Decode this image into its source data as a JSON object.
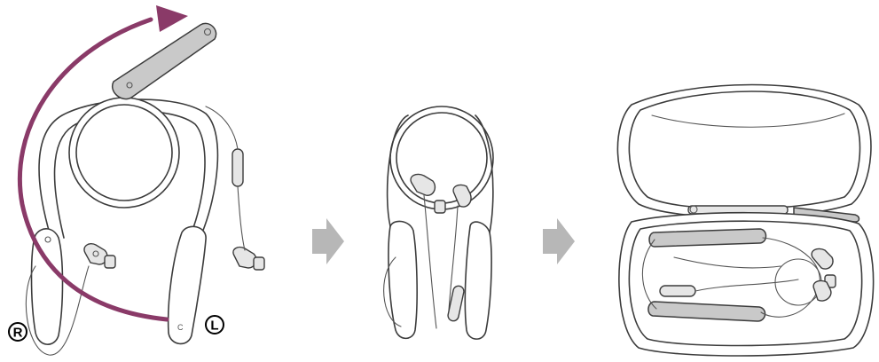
{
  "labels": {
    "right": "R",
    "left": "L"
  },
  "colors": {
    "rotation_arrow": "#8a3a68",
    "step_arrow": "#b7b7b7",
    "outline": "#3c3c3c"
  },
  "steps": [
    "rotate-left-unit",
    "fold-neckband",
    "place-in-case"
  ]
}
